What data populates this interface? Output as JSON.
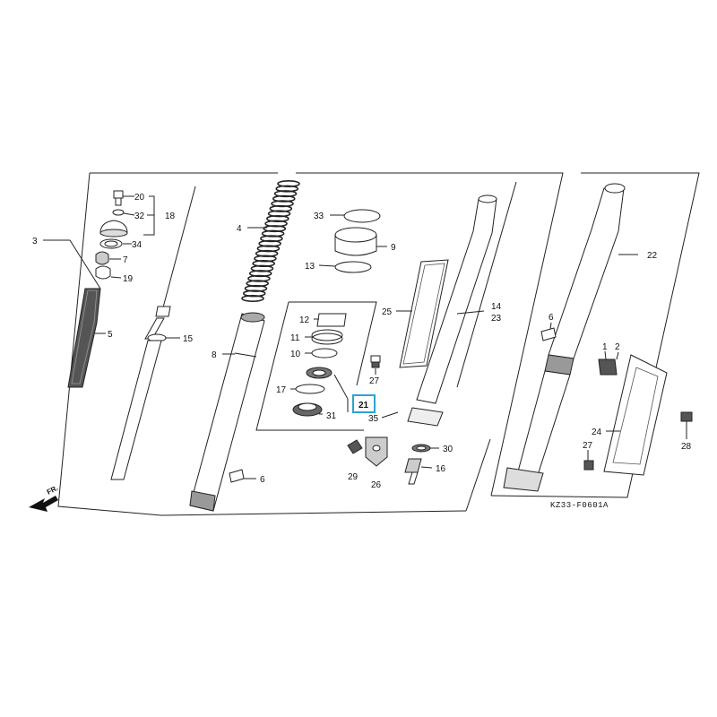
{
  "diagram": {
    "drawing_code": "KZ33-F0601A",
    "direction_label": "FR.",
    "highlight_color": "#2aa3d6",
    "callouts": {
      "p20": "20",
      "p32": "32",
      "p18": "18",
      "p3": "3",
      "p34": "34",
      "p7": "7",
      "p19": "19",
      "p5": "5",
      "p15": "15",
      "p4": "4",
      "p8": "8",
      "p6a": "6",
      "p33": "33",
      "p9": "9",
      "p13": "13",
      "p12": "12",
      "p11": "11",
      "p10": "10",
      "p17": "17",
      "p31": "31",
      "p21": "21",
      "p35": "35",
      "p25": "25",
      "p27a": "27",
      "p14": "14",
      "p23": "23",
      "p22": "22",
      "p6b": "6",
      "p1": "1",
      "p2": "2",
      "p24": "24",
      "p28": "28",
      "p27b": "27",
      "p30": "30",
      "p16": "16",
      "p29": "29",
      "p26": "26"
    }
  }
}
